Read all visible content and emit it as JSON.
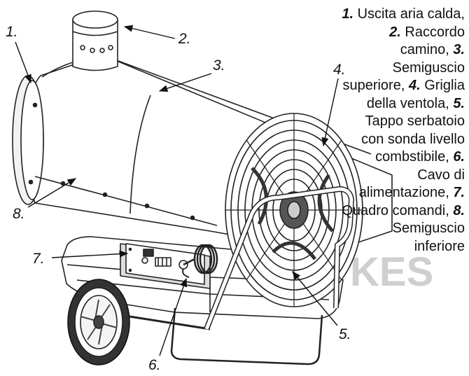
{
  "labels": {
    "l1": "1.",
    "l2": "2.",
    "l3": "3.",
    "l4": "4.",
    "l5": "5.",
    "l6": "6.",
    "l7": "7.",
    "l8": "8."
  },
  "watermark": "KES",
  "caption": {
    "items": [
      {
        "num": "1.",
        "text": " Uscita aria calda, "
      },
      {
        "num": "2.",
        "text": " Raccordo camino, "
      },
      {
        "num": "3.",
        "text": " Semiguscio superiore, "
      },
      {
        "num": "4.",
        "text": " Griglia della ventola, "
      },
      {
        "num": "5.",
        "text": " Tappo serbatoio con sonda livello combstibile, "
      },
      {
        "num": "6.",
        "text": " Cavo di alimentazione, "
      },
      {
        "num": "7.",
        "text": " Quadro comandi, "
      },
      {
        "num": "8.",
        "text": " Semiguscio inferiore"
      }
    ]
  }
}
